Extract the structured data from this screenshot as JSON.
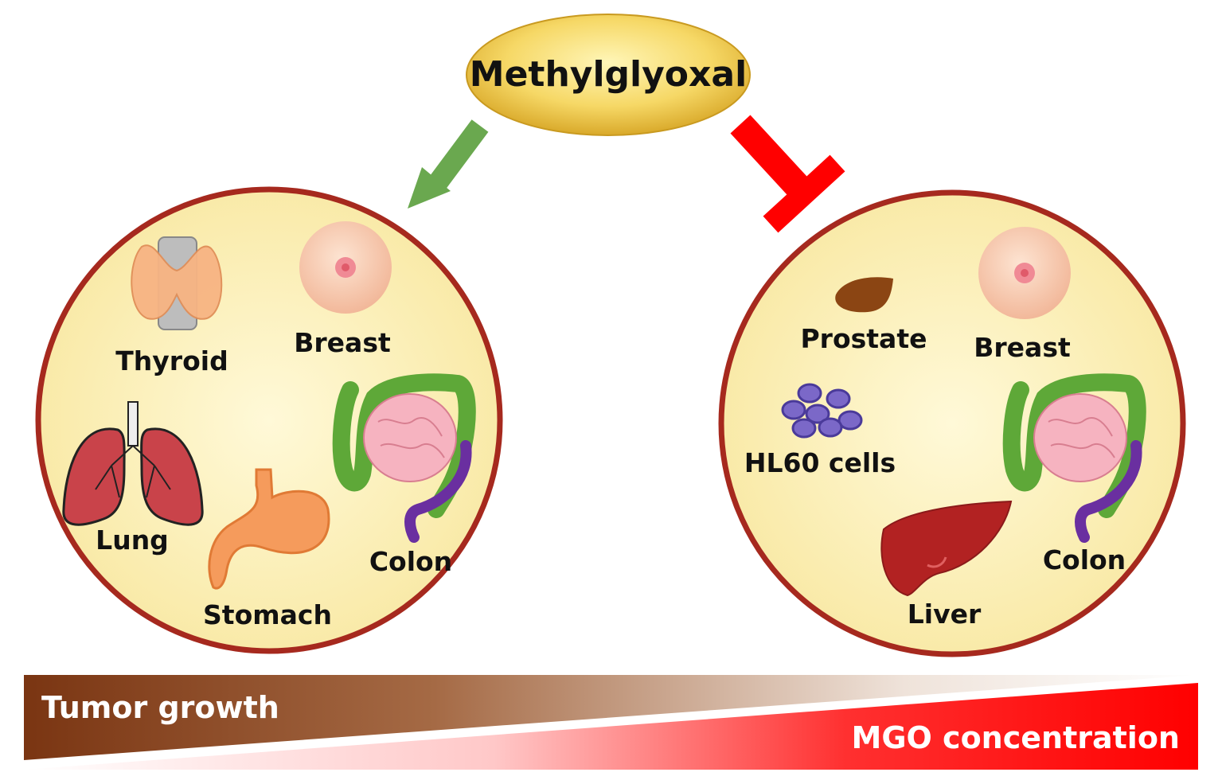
{
  "title": "Methylglyoxal",
  "left_panel": {
    "organs": [
      {
        "label": "Thyroid"
      },
      {
        "label": "Breast"
      },
      {
        "label": "Lung"
      },
      {
        "label": "Stomach"
      },
      {
        "label": "Colon"
      }
    ]
  },
  "right_panel": {
    "organs": [
      {
        "label": "Prostate"
      },
      {
        "label": "Breast"
      },
      {
        "label": "HL60 cells"
      },
      {
        "label": "Liver"
      },
      {
        "label": "Colon"
      }
    ]
  },
  "bars": {
    "top_label": "Tumor growth",
    "bottom_label": "MGO concentration"
  },
  "colors": {
    "promote_arrow": "#6aa84f",
    "inhibit_arrow": "#ff0000",
    "circle_fill": "#fdf3c4",
    "circle_stroke": "#a6291e",
    "tumor_bar": "#8b4513",
    "mgo_bar": "#ff0000"
  }
}
